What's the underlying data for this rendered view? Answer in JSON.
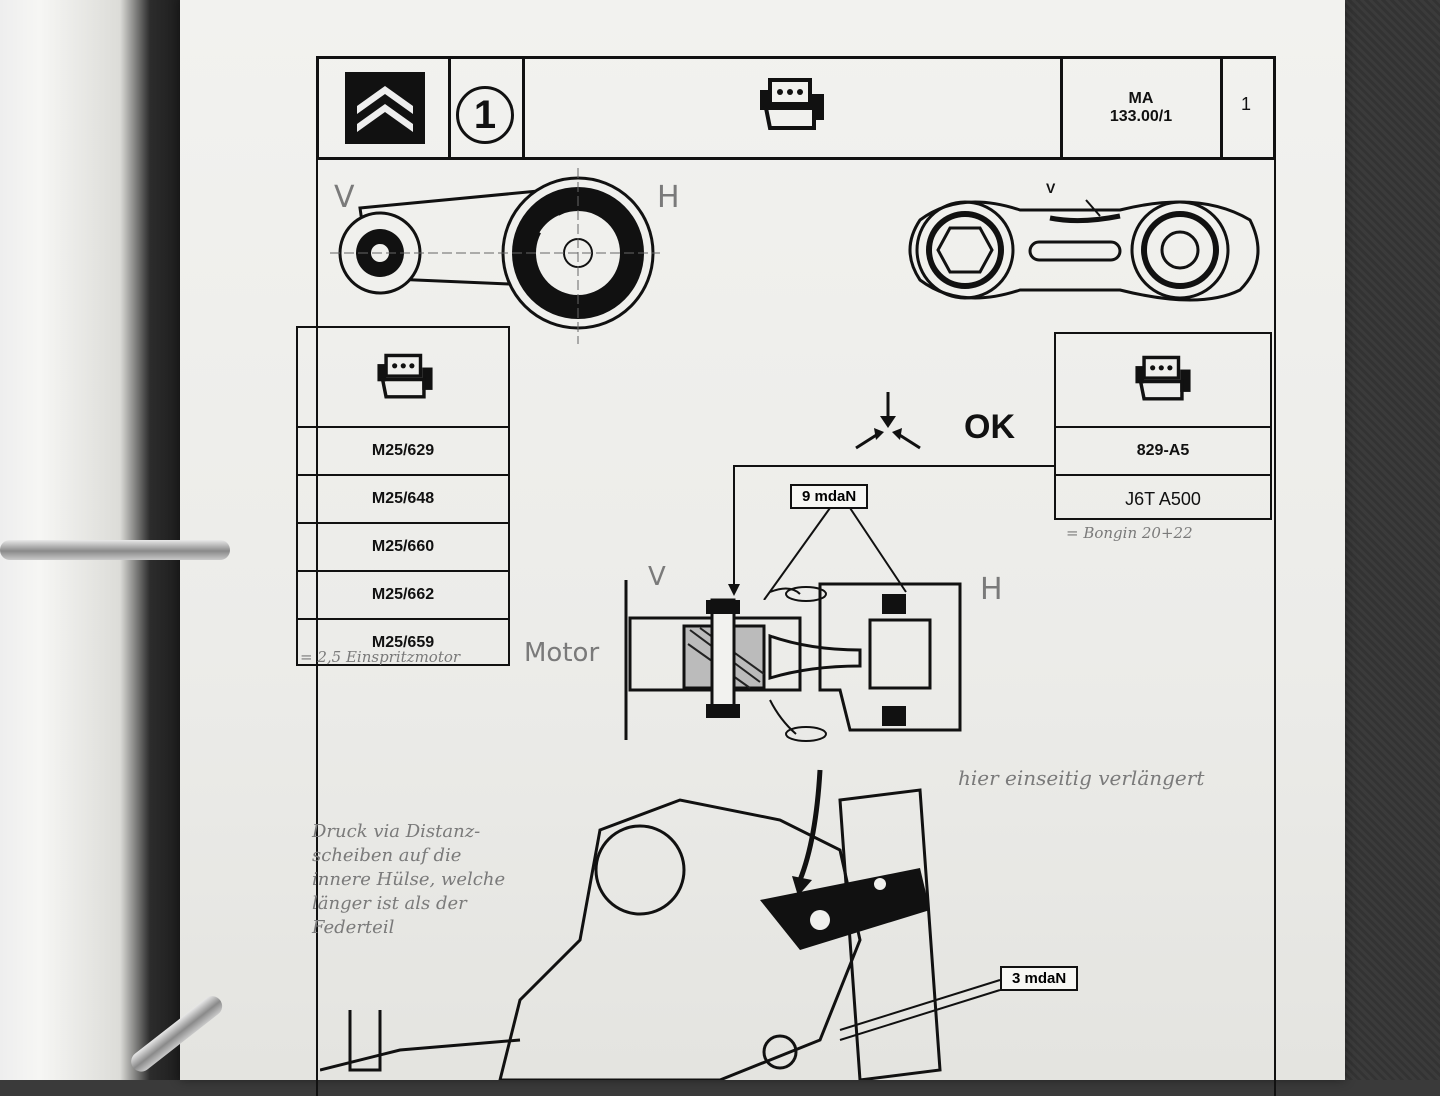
{
  "header": {
    "page_number_circle": "1",
    "doc_code_line1": "MA",
    "doc_code_line2": "133.00/1",
    "sheet": "1",
    "logo": "citroen-chevron-logo",
    "engine_icon": "engine-icon"
  },
  "diagram": {
    "label_front_top": "V",
    "label_rear_top": "H",
    "label_wear": "V",
    "ok_label": "OK",
    "torque_top": "9 mdaN",
    "torque_bottom": "3 mdaN",
    "label_front_mid": "V",
    "label_rear_mid": "H"
  },
  "left_table": {
    "rows": [
      "M25/629",
      "M25/648",
      "M25/660",
      "M25/662",
      "M25/659"
    ]
  },
  "right_table": {
    "rows": [
      "829-A5",
      "J6T A500"
    ]
  },
  "annotations": {
    "left_table_note": "= 2,5 Einspritzmotor",
    "right_table_note": "= Bongin 20+22",
    "motor": "Motor",
    "extension": "hier einseitig verlängert",
    "pressure_line1": "Druck via Distanz-",
    "pressure_line2": "scheiben auf die",
    "pressure_line3": "innere Hülse, welche",
    "pressure_line4": "länger ist als der",
    "pressure_line5": "Federteil"
  }
}
